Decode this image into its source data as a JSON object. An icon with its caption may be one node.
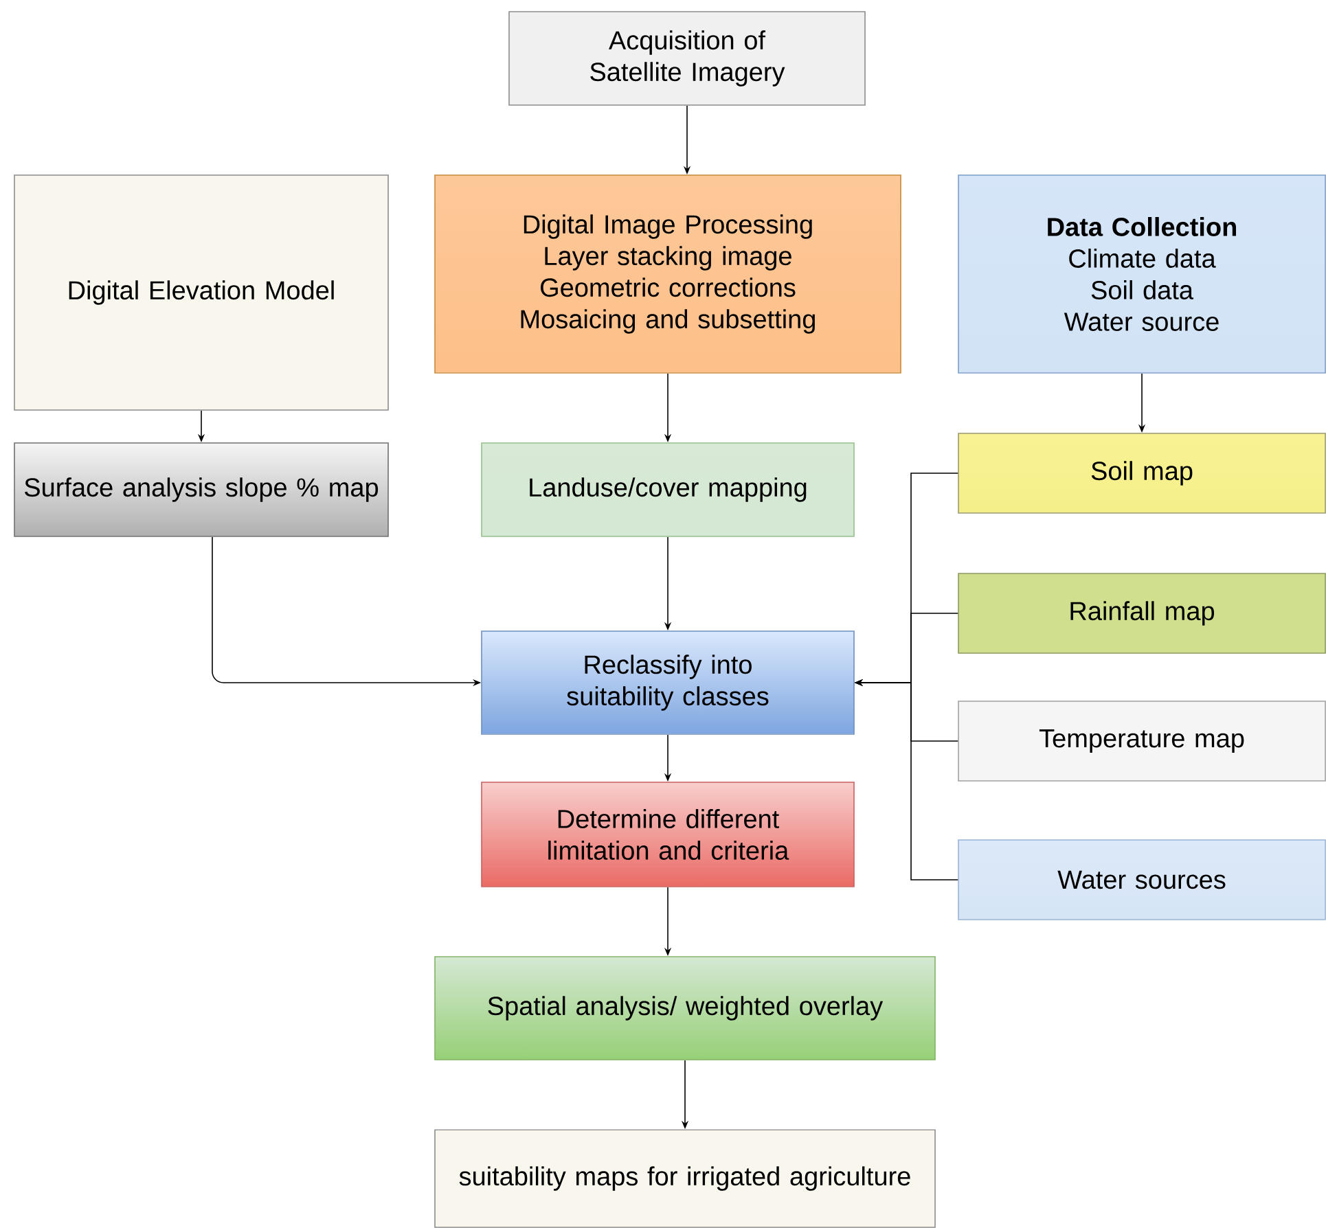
{
  "diagram": {
    "nodes": [
      {
        "text": [
          "Acquisition of Satellite Imagery"
        ]
      },
      {
        "text": [
          "Digital Elevation Model"
        ]
      },
      {
        "text": [
          "Digital Image Processing",
          "Layer stacking image",
          "Geometric corrections",
          "Mosaicing and subsetting"
        ]
      },
      {
        "text": [
          "Data Collection",
          "Climate data",
          "Soil data",
          "Water source"
        ]
      },
      {
        "text": [
          "Surface analysis slope % map"
        ]
      },
      {
        "text": [
          "Landuse/cover mapping"
        ]
      },
      {
        "text": [
          "Soil map"
        ]
      },
      {
        "text": [
          "Reclassify into suitability classes"
        ]
      },
      {
        "text": [
          "Rainfall map"
        ]
      },
      {
        "text": [
          "Temperature map"
        ]
      },
      {
        "text": [
          "Determine different limitation and criteria"
        ]
      },
      {
        "text": [
          "Water sources"
        ]
      },
      {
        "text": [
          "Spatial analysis/ weighted overlay"
        ]
      },
      {
        "text": [
          "suitability maps for irrigated agriculture"
        ]
      }
    ],
    "edges": [
      {
        "from": 0,
        "to": 2,
        "arrow": "to"
      },
      {
        "from": 1,
        "to": 4,
        "arrow": "to"
      },
      {
        "from": 2,
        "to": 5,
        "arrow": "to"
      },
      {
        "from": 3,
        "to": 6,
        "arrow": "to"
      },
      {
        "from": 4,
        "to": 7,
        "arrow": "to"
      },
      {
        "from": 5,
        "to": 7,
        "arrow": "to"
      },
      {
        "from": 6,
        "to": 7,
        "arrow": "to"
      },
      {
        "from": 8,
        "to": 7,
        "arrow": "to"
      },
      {
        "from": 9,
        "to": 7,
        "arrow": "to"
      },
      {
        "from": 11,
        "to": 7,
        "arrow": "to"
      },
      {
        "from": 7,
        "to": 10,
        "arrow": "to"
      },
      {
        "from": 10,
        "to": 12,
        "arrow": "to"
      },
      {
        "from": 12,
        "to": 13,
        "arrow": "to"
      }
    ]
  }
}
